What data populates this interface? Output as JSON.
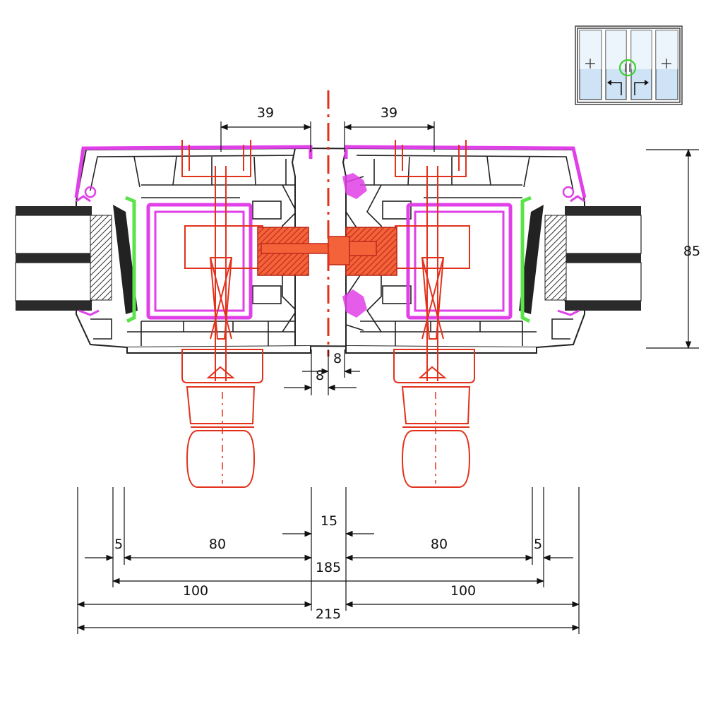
{
  "dimensions": {
    "top_left": "39",
    "top_right": "39",
    "right_height": "85",
    "gap_upper": "8",
    "gap_lower": "8",
    "center_gap": "15",
    "left_5": "5",
    "left_80": "80",
    "right_80": "80",
    "right_5": "5",
    "d185": "185",
    "left_100": "100",
    "right_100": "100",
    "d215": "215"
  },
  "colors": {
    "profile_outline": "#222222",
    "reinforcement": "#e040e8",
    "gasket": "#5be34a",
    "hardware": "#e2321c",
    "glass_pane": "#cfe3f7"
  },
  "icons": {
    "thumbnail": "sliding-door-thumbnail-icon",
    "fixed_pane_mark": "plus-icon",
    "sliding_arrows": "arrow-left-right-icon"
  }
}
